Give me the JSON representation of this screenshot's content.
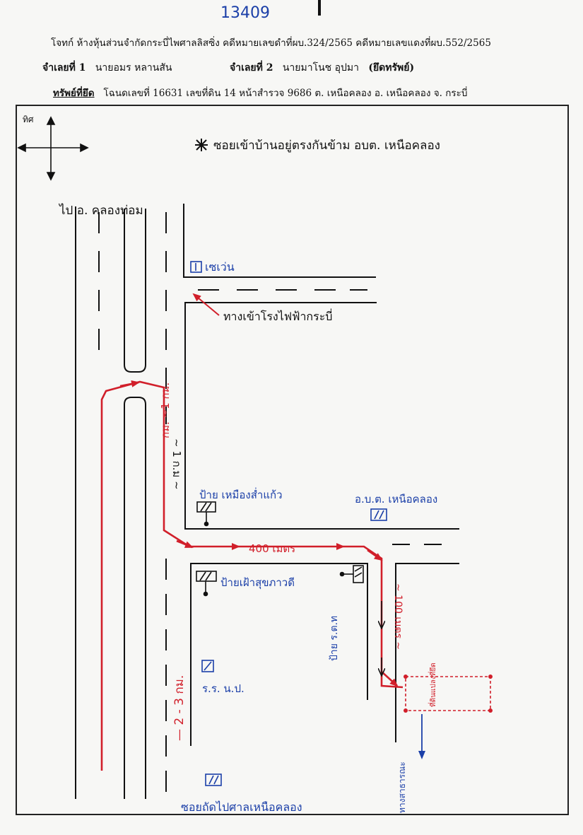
{
  "doc_number": "13409",
  "header": {
    "plaintiff_line": "โจทก์ ห้างหุ้นส่วนจำกัดกระบี่ไพศาลลิสซิ่ง  คดีหมายเลขดำที่ผบ.324/2565 คดีหมายเลขแดงที่ผบ.552/2565",
    "defendant1_label": "จำเลยที่ 1",
    "defendant1_name": "นายอมร   หลานสัน",
    "defendant2_label": "จำเลยที่ 2",
    "defendant2_name": "นายมาโนช   อุปมา",
    "defendant2_note": "(ยึดทรัพย์)",
    "asset_label": "ทรัพย์ที่ยึด",
    "asset_detail": "โฉนดเลขที่ 16631  เลขที่ดิน  14  หน้าสำรวจ  9686   ต. เหนือคลอง    อ. เหนือคลอง   จ. กระบี่"
  },
  "map": {
    "compass_label": "ทิศ",
    "note": "ซอยเข้าบ้านอยู่ตรงกันข้าม อบต. เหนือคลอง",
    "road_label_top": "ไป อ. คลองท่อม",
    "seven_eleven": "เซเว่น",
    "krabi_road": "ทางเข้าโรงไฟฟ้ากระบี่",
    "distance_vertical_left": "กม. ~1 กม.",
    "distance_vertical_right": "~ 1 ก.ม ~",
    "sign_moensamkaew": "ป้าย เหมืองส่ำแก้ว",
    "obt_label": "อ.บ.ต. เหนือคลอง",
    "distance_400": "400 เมตร",
    "sign_health": "ป้ายเฝ้าสุขภาวดี",
    "sign_small_road": "ป้าย ร.ต.ท",
    "distance_100": "~ 100 เมตร ~",
    "km_2_3": "— 2 - 3 กม.",
    "school": "ร.ร. น.ป.",
    "property_box": "ที่ดินแปลงที่ยึด",
    "arrow_down_label": "ทางสาธารณะ",
    "bottom_label": "ซอยถัดไปศาลเหนือคลอง"
  },
  "colors": {
    "ink": "#111111",
    "blue_ink": "#1b3fa8",
    "red_route": "#d11f2a"
  }
}
